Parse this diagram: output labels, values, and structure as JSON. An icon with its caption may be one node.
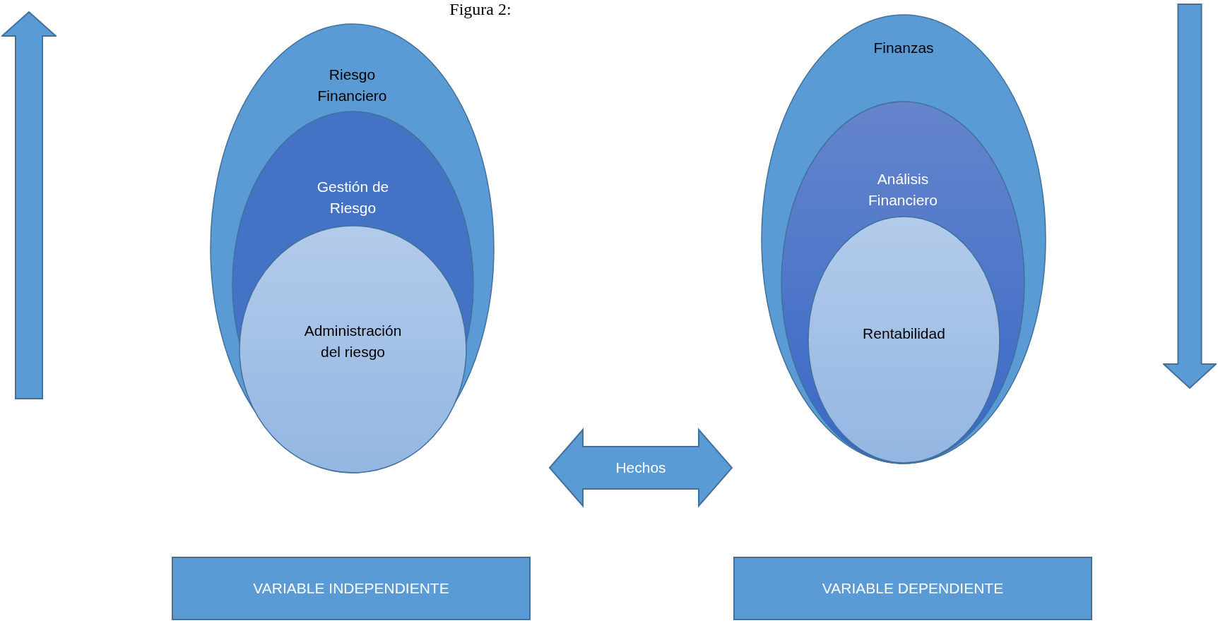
{
  "diagram": {
    "title": "Figura 2:",
    "nodes": [
      {
        "text": [
          "Riesgo Financiero"
        ]
      },
      {
        "text": [
          "Gestión de Riesgo"
        ],
        "in": 0
      },
      {
        "text": [
          "Administración del riesgo"
        ],
        "in": 0
      },
      {
        "text": [
          "Finanzas"
        ]
      },
      {
        "text": [
          "Análisis Financiero"
        ],
        "in": 3
      },
      {
        "text": [
          "Rentabilidad"
        ],
        "in": 4
      },
      {
        "text": [
          "Hechos"
        ]
      },
      {
        "text": [
          "VARIABLE INDEPENDIENTE"
        ]
      },
      {
        "text": [
          "VARIABLE DEPENDIENTE"
        ]
      }
    ]
  }
}
